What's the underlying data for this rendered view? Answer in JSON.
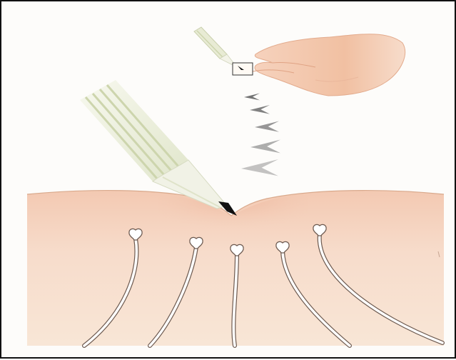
{
  "illustration": {
    "subject": "pencil-tip-pressing-skin-with-sensory-nerve-endings",
    "colors": {
      "skin_top": "#f3cdb7",
      "skin_bottom": "#f6e3d0",
      "nerve_fill": "#ffffff",
      "nerve_stroke": "#6d5a50",
      "pencil_wood": "#eef0dc",
      "pencil_stripe": "#cfd6b0",
      "pencil_tip": "#111111",
      "hand": "#f4c7aa",
      "arrows": "#6b6b6b",
      "border": "#111111"
    },
    "nerve_ending_count": 5,
    "arrow_count": 5
  }
}
